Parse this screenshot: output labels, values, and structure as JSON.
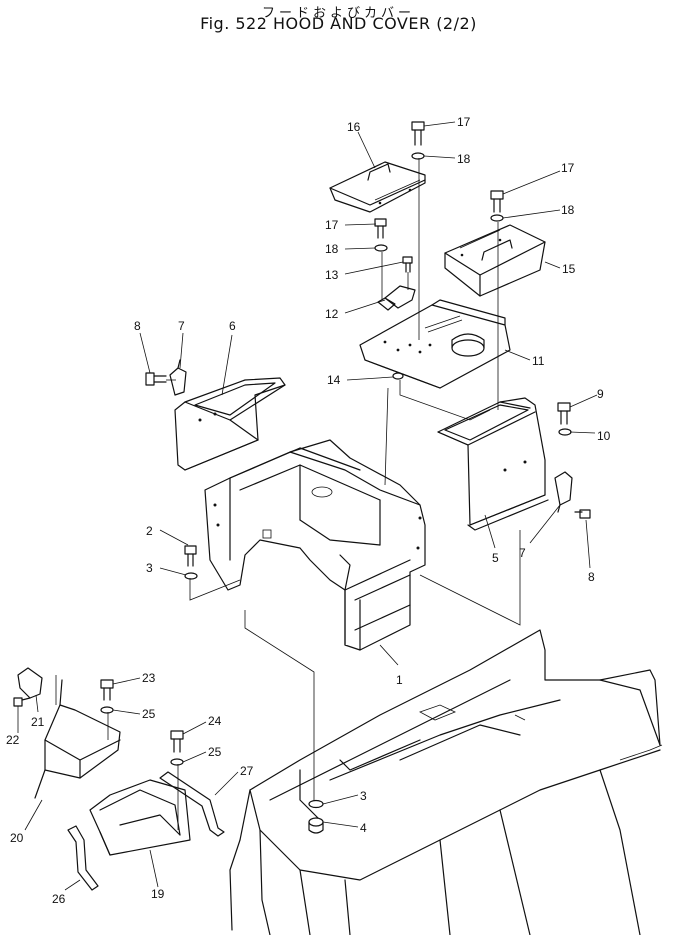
{
  "title_jp": "フードおよびカバー",
  "title_main": "Fig. 522 HOOD AND COVER (2/2)",
  "callouts": {
    "c1": "1",
    "c2": "2",
    "c3a": "3",
    "c3b": "3",
    "c4": "4",
    "c5": "5",
    "c6": "6",
    "c7a": "7",
    "c7b": "7",
    "c8a": "8",
    "c8b": "8",
    "c9": "9",
    "c10": "10",
    "c11": "11",
    "c12": "12",
    "c13": "13",
    "c14": "14",
    "c15": "15",
    "c16": "16",
    "c17a": "17",
    "c17b": "17",
    "c17c": "17",
    "c18a": "18",
    "c18b": "18",
    "c18c": "18",
    "c19": "19",
    "c20": "20",
    "c21": "21",
    "c22": "22",
    "c23": "23",
    "c24": "24",
    "c25a": "25",
    "c25b": "25",
    "c26": "26",
    "c27": "27"
  }
}
